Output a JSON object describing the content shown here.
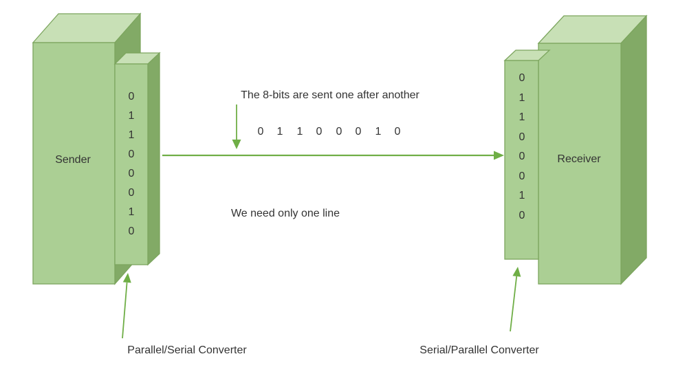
{
  "colors": {
    "box_front": "#abcf94",
    "box_top": "#c8e0b6",
    "box_side": "#82aa66",
    "outline": "#7ca55e",
    "arrow": "#6fae46",
    "text": "#333333"
  },
  "sender": {
    "label": "Sender",
    "converter_label": "Parallel/Serial Converter",
    "bits": [
      "0",
      "1",
      "1",
      "0",
      "0",
      "0",
      "1",
      "0"
    ]
  },
  "receiver": {
    "label": "Receiver",
    "converter_label": "Serial/Parallel Converter",
    "bits": [
      "0",
      "1",
      "1",
      "0",
      "0",
      "0",
      "1",
      "0"
    ]
  },
  "annotations": {
    "top_note": "The 8-bits are sent one after another",
    "bottom_note": "We need only one line"
  },
  "line_bits": [
    "0",
    "1",
    "1",
    "0",
    "0",
    "0",
    "1",
    "0"
  ]
}
